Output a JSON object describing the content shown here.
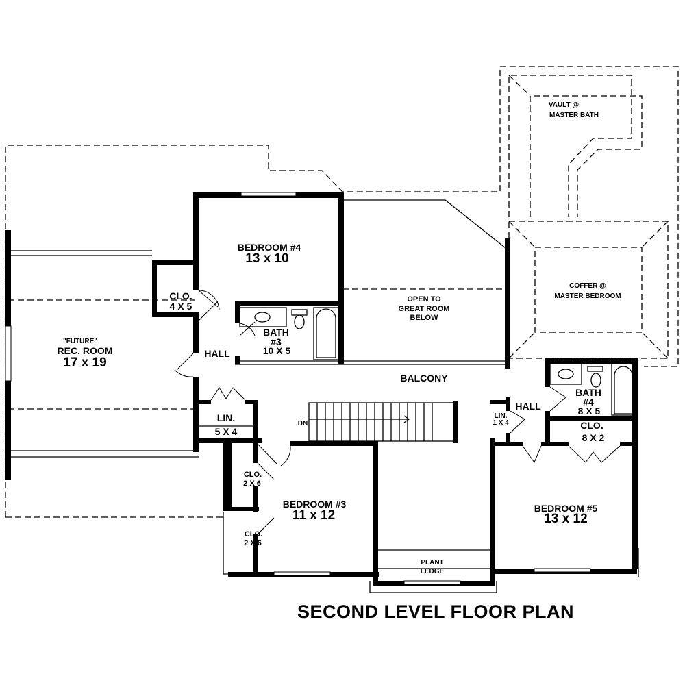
{
  "title": "SECOND LEVEL FLOOR PLAN",
  "rooms": {
    "rec_room": {
      "note": "\"FUTURE\"",
      "name": "REC. ROOM",
      "size": "17 x 19"
    },
    "closet_bed4": {
      "name": "CLO.",
      "size": "4 X 5"
    },
    "bedroom4": {
      "name": "BEDROOM #4",
      "size": "13 x 10"
    },
    "bath3": {
      "name": "BATH",
      "number": "#3",
      "size": "10 X 5"
    },
    "hall_left": {
      "name": "HALL"
    },
    "open_to_great_room": {
      "line1": "OPEN TO",
      "line2": "GREAT ROOM",
      "line3": "BELOW"
    },
    "vault_master_bath": {
      "line1": "VAULT @",
      "line2": "MASTER BATH"
    },
    "coffer_master_bedroom": {
      "line1": "COFFER @",
      "line2": "MASTER BEDROOM"
    },
    "balcony": {
      "name": "BALCONY"
    },
    "linen_left": {
      "name": "LIN.",
      "size": "5 X 4"
    },
    "stair": {
      "label": "DN"
    },
    "hall_right": {
      "name": "HALL"
    },
    "linen_right": {
      "name": "LIN.",
      "size": "1 X 4"
    },
    "bath4": {
      "name": "BATH",
      "number": "#4",
      "size": "8 X 5"
    },
    "closet_bed5": {
      "name": "CLO.",
      "size": "8 X 2"
    },
    "closet_bed3_a": {
      "name": "CLO.",
      "size": "2 X 6"
    },
    "closet_bed3_b": {
      "name": "CLO.",
      "size": "2 X 6"
    },
    "bedroom3": {
      "name": "BEDROOM #3",
      "size": "11 x 12"
    },
    "plant_ledge": {
      "line1": "PLANT",
      "line2": "LEDGE"
    },
    "bedroom5": {
      "name": "BEDROOM #5",
      "size": "13 x 12"
    }
  }
}
